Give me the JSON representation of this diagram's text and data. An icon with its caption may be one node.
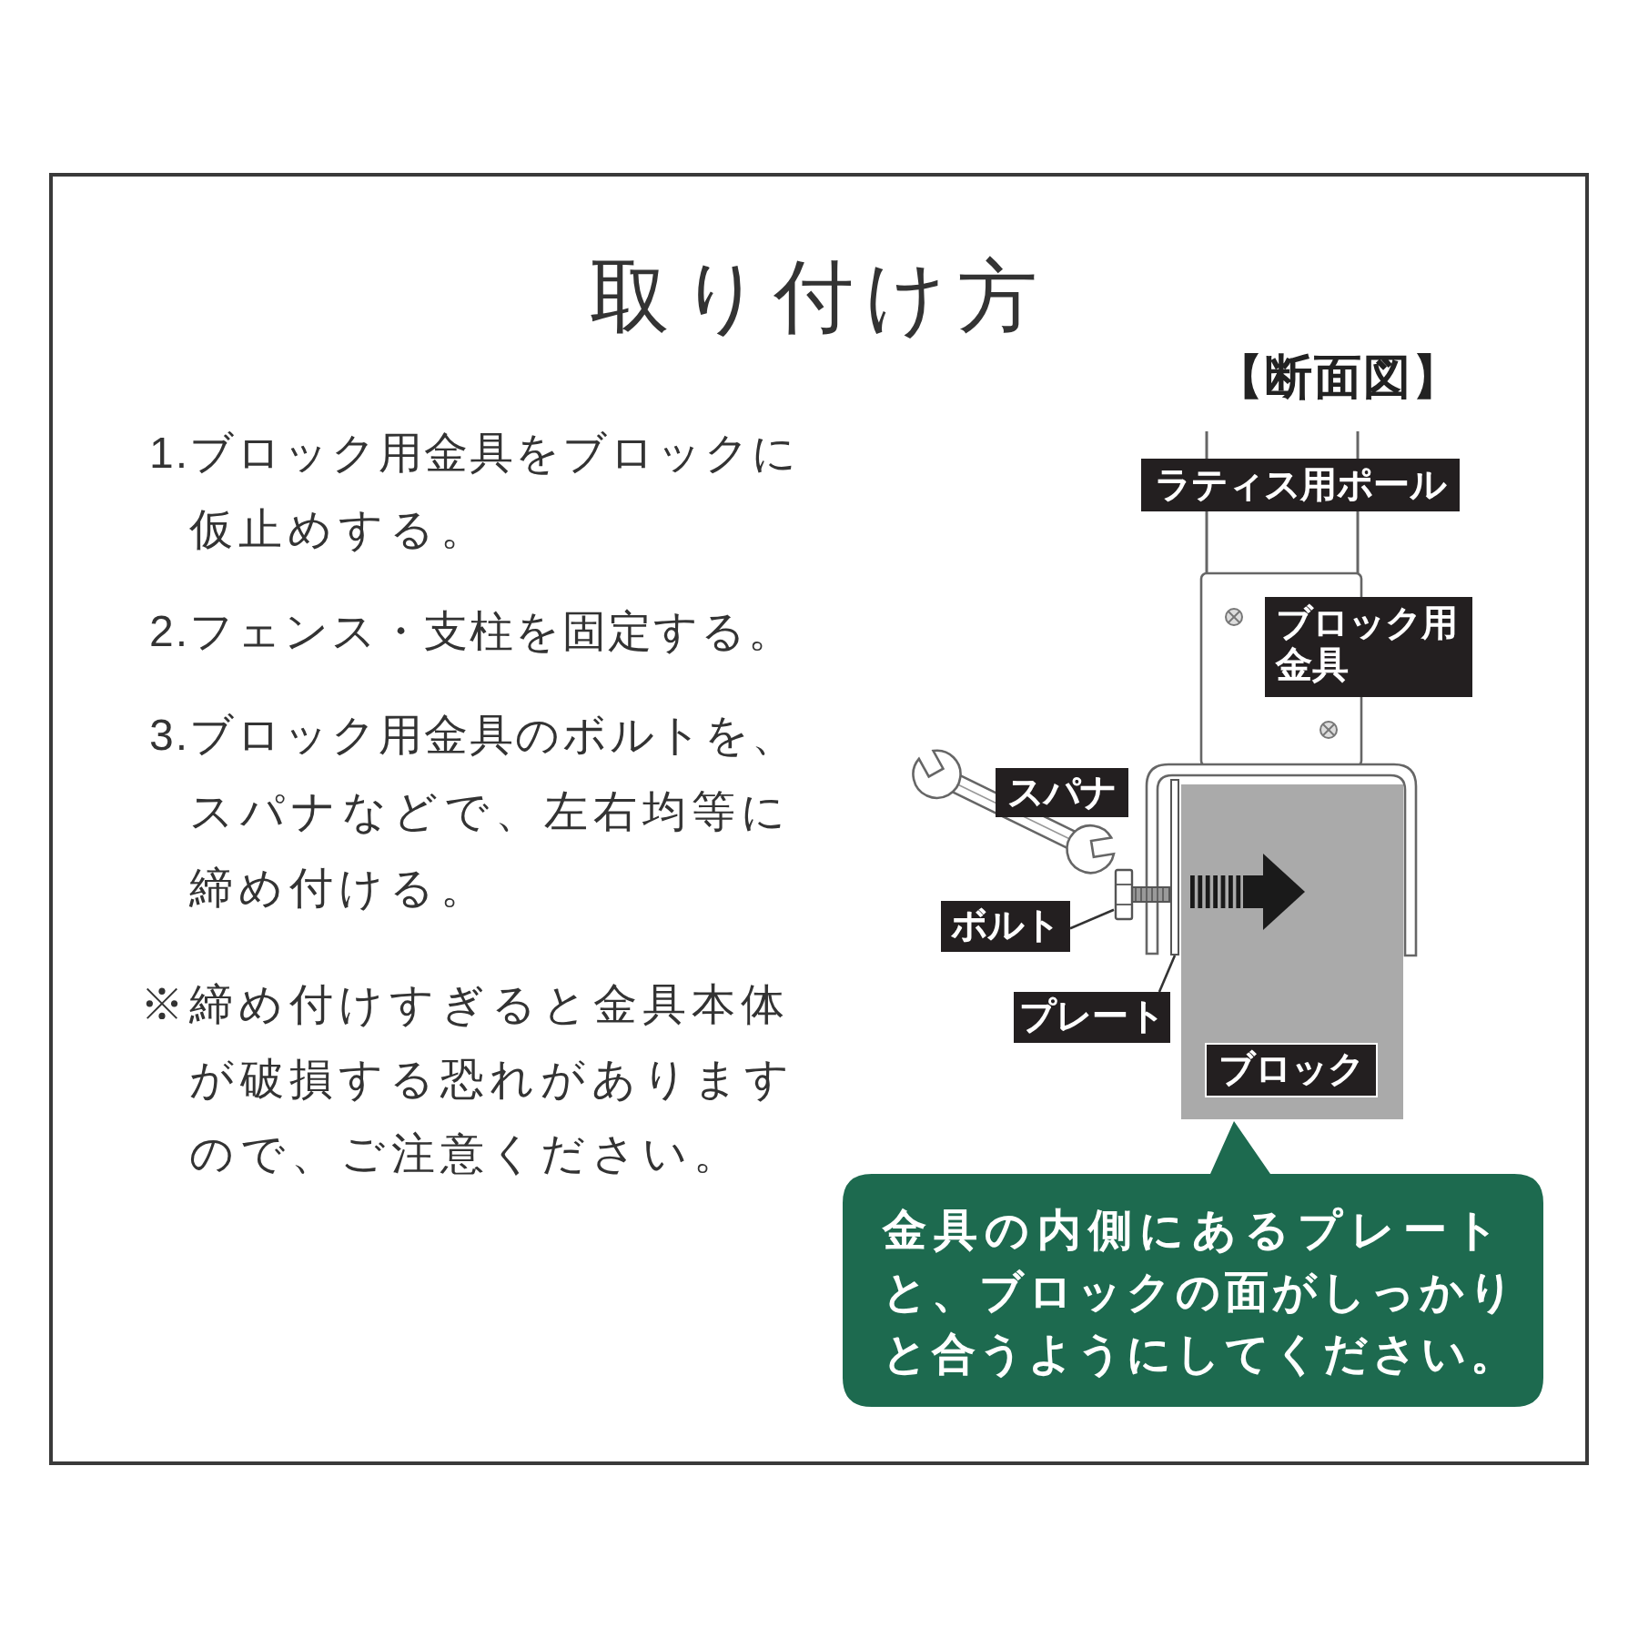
{
  "diagram": {
    "title": "取り付け方",
    "nodes": [
      {
        "text": [
          "ラティス用ポール"
        ]
      },
      {
        "text": [
          "ブロック用金具"
        ]
      },
      {
        "text": [
          "スパナ"
        ]
      },
      {
        "text": [
          "ボルト"
        ]
      },
      {
        "text": [],
        "shape": "picture"
      },
      {
        "text": [
          "プレート"
        ]
      },
      {
        "text": [],
        "shape": "bar"
      },
      {
        "text": [
          "ブロック"
        ]
      },
      {
        "text": [
          "金具の内側にあるプレートと、ブロックの面がしっかりと合うようにしてください。"
        ]
      }
    ],
    "edges": [
      {
        "from": 3,
        "to": 4,
        "arrow": "none"
      },
      {
        "from": 5,
        "to": 6,
        "arrow": "none"
      }
    ],
    "labels": [
      "【断面図】",
      "1.ブロック用金具をブロックに仮止めする。",
      "2.フェンス・支柱を固定する。",
      "3.ブロック用金具のボルトを、スパナなどで、左右均等に締め付ける。",
      "※締め付けすぎると金具本体が破損する恐れがありますので、ご注意ください。"
    ]
  }
}
